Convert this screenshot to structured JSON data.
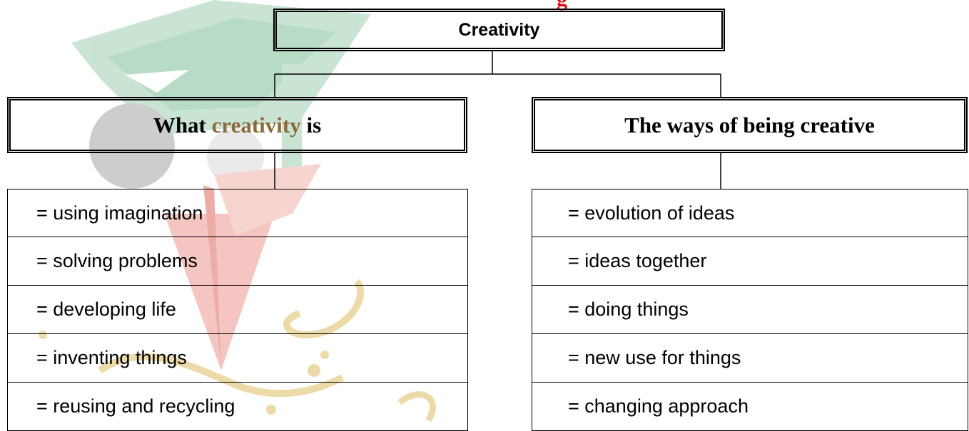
{
  "diagram": {
    "title_fragment": "g",
    "root": "Creativity",
    "branches": {
      "left": {
        "title_pre": "What ",
        "title_accent": "creativity",
        "title_post": " is",
        "items": [
          "= using imagination",
          "= solving problems",
          "= developing life",
          "= inventing things",
          "= reusing and recycling"
        ]
      },
      "right": {
        "title": "The ways of being creative",
        "items": [
          "= evolution of ideas",
          "= ideas together",
          "= doing things",
          "= new use for things",
          "= changing approach"
        ]
      }
    }
  },
  "colors": {
    "title_fragment": "#e01010",
    "accent_word": "#8a6a3a",
    "watermark_green": "#2e9e5a",
    "watermark_red": "#d9342b",
    "watermark_gray": "#555555",
    "watermark_gold": "#d8b23a"
  }
}
